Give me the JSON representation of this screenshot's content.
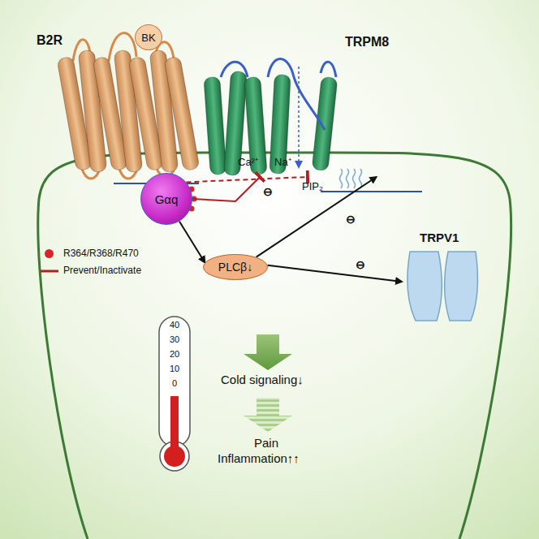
{
  "diagram": {
    "nodes": [
      {
        "text": [
          "B2R"
        ]
      },
      {
        "text": [
          "BK"
        ]
      },
      {
        "text": [
          "TRPM8"
        ]
      },
      {
        "text": [
          "Gαq"
        ]
      },
      {
        "text": [
          "PLCβ↓"
        ]
      },
      {
        "text": [
          "TRPV1"
        ]
      }
    ],
    "edges": [
      {
        "from": 3,
        "to": 4,
        "arrow": "to"
      },
      {
        "from": 4,
        "to": 5,
        "arrow": "to"
      },
      {
        "from": 4,
        "to": 2,
        "arrow": "to"
      },
      {
        "from": 3,
        "to": 2,
        "arrow": "to"
      },
      {
        "from": 3,
        "to": 2,
        "arrow": "to"
      }
    ],
    "labels": [
      "Ca²⁺",
      "Na⁺",
      "⊖",
      "PIP₂",
      "⊖",
      "⊖",
      "40",
      "30",
      "20",
      "10",
      "0",
      "Cold signaling↓",
      "Pain",
      "Inflammation↑↑"
    ],
    "legend": [
      {
        "text": "R364/R368/R470",
        "color": "#d7262b"
      },
      {
        "text": "Prevent/Inactivate"
      }
    ]
  }
}
